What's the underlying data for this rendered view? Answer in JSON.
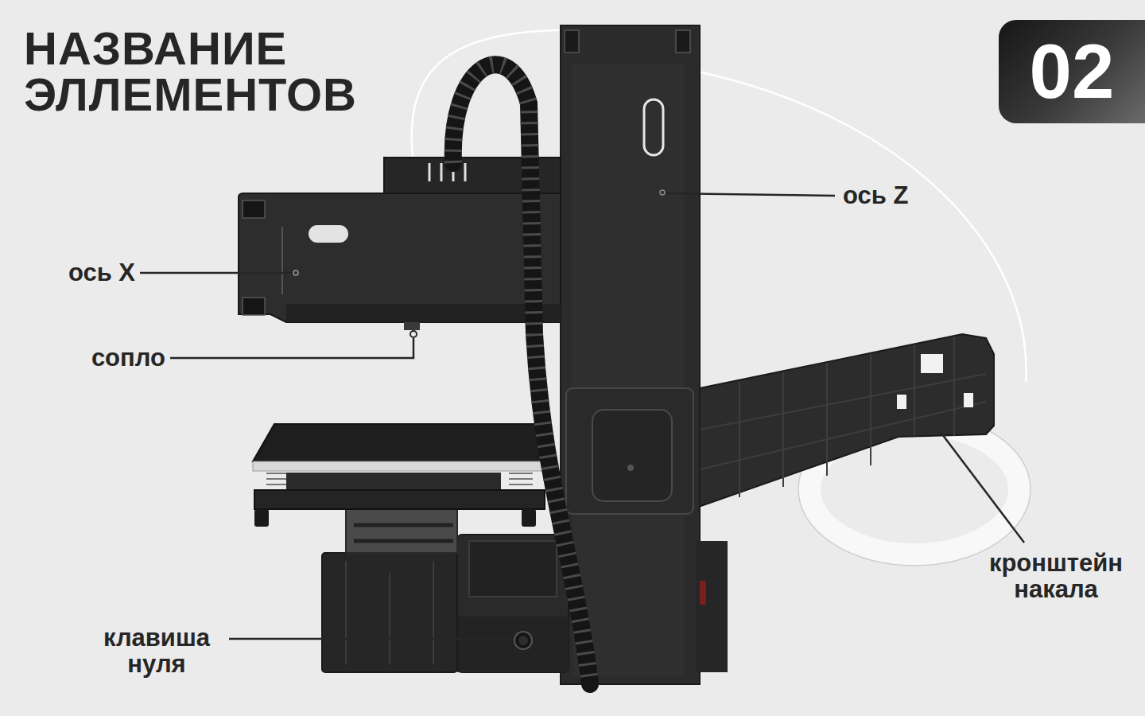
{
  "diagram": {
    "title": "НАЗВАНИЕ ЭЛЛЕМЕНТОВ",
    "nodes": [
      {
        "text": [
          "02"
        ]
      }
    ],
    "labels": [
      "ось Z",
      "ось X",
      "сопло",
      "кронштейн накала",
      "клавиша нуля"
    ]
  }
}
